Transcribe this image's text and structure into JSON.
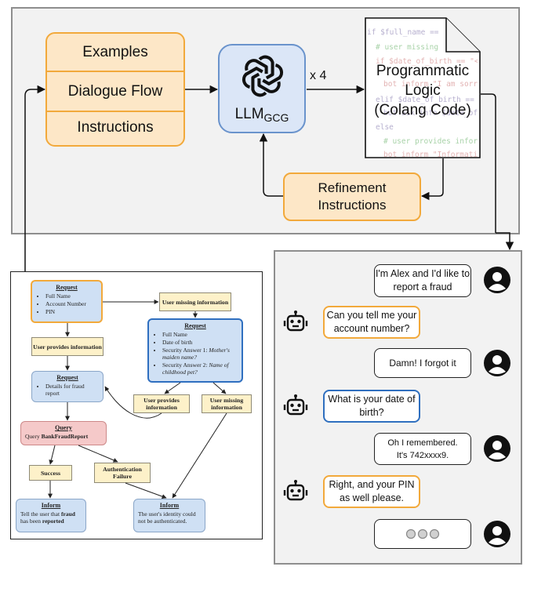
{
  "pipeline": {
    "prompt_components": [
      "Examples",
      "Dialogue Flow",
      "Instructions"
    ],
    "llm_label": "LLM",
    "llm_subscript": "GCG",
    "repeat_label": "x 4",
    "output_title_lines": [
      "Programmatic",
      "Logic",
      "(Colang Code)"
    ],
    "code_lines": [
      "if $full_name ==",
      "  # user missing",
      "  if $date_of_birth == \"<MI",
      "    bot inform \"I am sorry,",
      "  elif $date_of_birth == \"",
      "    bot ask info $date_of_",
      "  else",
      "    # user provides informa",
      "    bot inform \"Information"
    ],
    "refinement_lines": [
      "Refinement",
      "Instructions"
    ]
  },
  "flowchart": {
    "request1": {
      "title": "Request",
      "items": [
        "Full Name",
        "Account Number",
        "PIN"
      ]
    },
    "user_missing_1": "User missing information",
    "request2": {
      "title": "Request",
      "items": [
        "Full Name",
        "Date of birth",
        "Security Answer 1: ",
        "Security Answer 2: "
      ],
      "italic": [
        "",
        "",
        "Mother's maiden name?",
        "Name of childhood pet?"
      ]
    },
    "user_provides_1": "User provides information",
    "request3": {
      "title": "Request",
      "items": [
        "Details for fraud report"
      ]
    },
    "user_provides_2": "User provides information",
    "user_missing_2": "User missing information",
    "query": {
      "title": "Query",
      "text": "Query ",
      "bold": "BankFraudReport"
    },
    "success": "Success",
    "auth_failure": "Authentication Failure",
    "inform1": {
      "title": "Inform",
      "pre": "Tell the user that ",
      "b1": "fraud",
      "mid": " has been ",
      "b2": "reported"
    },
    "inform2": {
      "title": "Inform",
      "text": "The user's identity could not be authenticated."
    }
  },
  "chat": {
    "messages": [
      {
        "role": "user",
        "text": "I'm Alex and I'd like to report a fraud"
      },
      {
        "role": "bot",
        "text": "Can you tell me your account number?"
      },
      {
        "role": "user",
        "text": "Damn! I forgot it"
      },
      {
        "role": "bot",
        "text": "What is your date of birth?"
      },
      {
        "role": "user",
        "text": "Oh I remembered. It's 742xxxx9."
      },
      {
        "role": "bot",
        "text": "Right, and your PIN as well please."
      },
      {
        "role": "user",
        "text": ""
      }
    ],
    "typing_indicator": "•••"
  },
  "colors": {
    "orange_fill": "#fde7c7",
    "orange_border": "#f2a93b",
    "blue_fill": "#dbe6f7",
    "blue_border": "#2f6fbf",
    "panel_fill": "#f2f2f2"
  }
}
